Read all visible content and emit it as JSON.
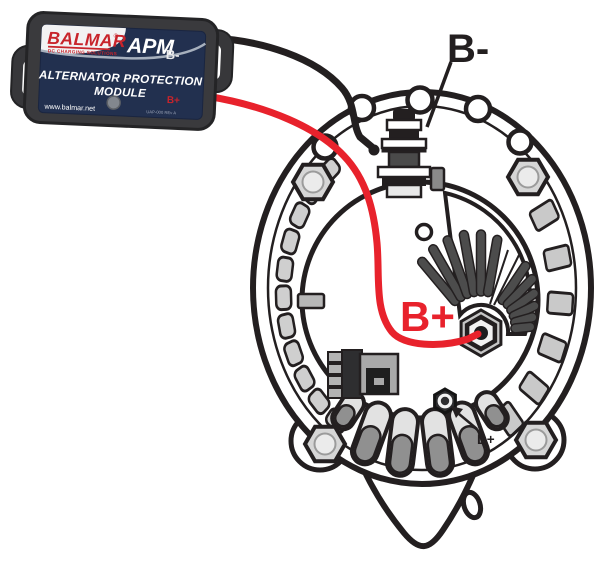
{
  "page": {
    "background_color": "#ffffff"
  },
  "apm_module": {
    "brand": "BALMAR",
    "registered_mark": "®",
    "tagline": "DC CHARGING SOLUTIONS",
    "model": "APM",
    "b_minus_marking": "B-",
    "name_line1": "ALTERNATOR PROTECTION",
    "name_line2": "MODULE",
    "b_plus_marking": "B+",
    "website": "www.balmar.net",
    "part_note": "UAP-000 REv A",
    "colors": {
      "case": "#3a3a3d",
      "panel_navy": "#22304f",
      "brand_red": "#c8242b"
    }
  },
  "alternator": {
    "b_minus_label": "B-",
    "b_plus_label": "B+",
    "d_plus_label": "D+"
  },
  "wires": {
    "negative": {
      "name": "negative wire to alternator B- terminal",
      "color": "#231f20"
    },
    "positive": {
      "name": "positive wire to alternator B+ terminal",
      "color": "#e8222c"
    }
  }
}
